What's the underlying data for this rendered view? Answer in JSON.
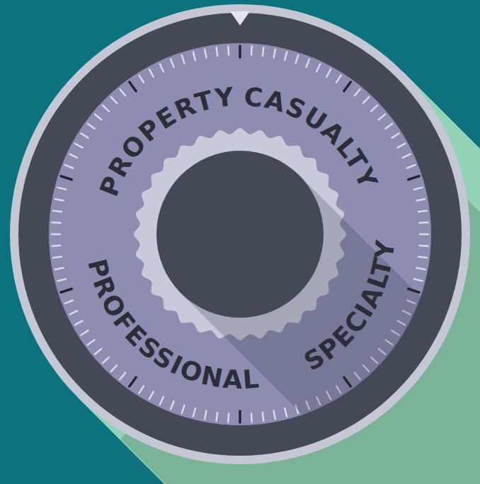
{
  "diagram": {
    "nodes": [
      {
        "text": [
          "PROPERTY",
          "CASUALTY",
          "PROFESSIONAL",
          "SPECIALTY"
        ]
      }
    ]
  }
}
